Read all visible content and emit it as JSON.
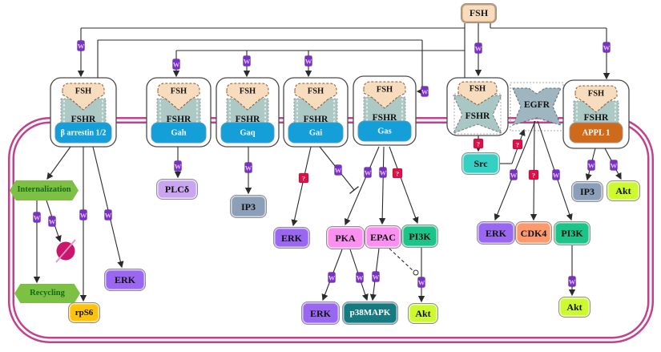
{
  "ligand": {
    "label": "FSH"
  },
  "membrane": {
    "color": "#C2418F",
    "inner_gap_color": "#ffffff"
  },
  "icons": {
    "activation": {
      "glyph": "W",
      "color": "#7B2FC6",
      "glyph_color": "#E2C6FF"
    },
    "unknown": {
      "glyph": "?",
      "color": "#E00F48",
      "glyph_color": "#FFD7E0"
    }
  },
  "complexes": [
    {
      "id": "fshr-beta-arrestin",
      "ligand": "FSH",
      "receptor": "FSHR",
      "partner": "β arrestin 1/2",
      "partner_color": "#149FD8"
    },
    {
      "id": "fshr-gah",
      "ligand": "FSH",
      "receptor": "FSHR",
      "partner": "Gah",
      "partner_color": "#149FD8"
    },
    {
      "id": "fshr-gaq",
      "ligand": "FSH",
      "receptor": "FSHR",
      "partner": "Gaq",
      "partner_color": "#149FD8"
    },
    {
      "id": "fshr-gai",
      "ligand": "FSH",
      "receptor": "FSHR",
      "partner": "Gai",
      "partner_color": "#149FD8"
    },
    {
      "id": "fshr-gas",
      "ligand": "FSH",
      "receptor": "FSHR",
      "partner": "Gas",
      "partner_color": "#149FD8"
    },
    {
      "id": "fshr-src",
      "ligand": "FSH",
      "receptor": "FSHR",
      "partner": null
    },
    {
      "id": "egfr",
      "receptor": "EGFR"
    },
    {
      "id": "fshr-appl1",
      "ligand": "FSH",
      "receptor": "FSHR",
      "partner": "APPL 1",
      "partner_color": "#CE6A1A"
    }
  ],
  "nodes": {
    "internalization": {
      "label": "Internalization",
      "color": "#7CC143"
    },
    "recycling": {
      "label": "Recycling",
      "color": "#7CC143"
    },
    "rps6": {
      "label": "rpS6",
      "color": "#FFC20E"
    },
    "erk_arrestin": {
      "label": "ERK",
      "color": "#9A68F0"
    },
    "plcd": {
      "label": "PLCδ",
      "color": "#C9A6F0"
    },
    "ip3_gaq": {
      "label": "IP3",
      "color": "#8C9FB8"
    },
    "erk_gai": {
      "label": "ERK",
      "color": "#9A68F0"
    },
    "pka": {
      "label": "PKA",
      "color": "#FA90EF"
    },
    "epac": {
      "label": "EPAC",
      "color": "#FA90EF"
    },
    "pi3k_gas": {
      "label": "PI3K",
      "color": "#1DC48A"
    },
    "erk_pka": {
      "label": "ERK",
      "color": "#9A68F0"
    },
    "p38mapk": {
      "label": "p38MAPK",
      "color": "#177A80"
    },
    "akt_gas": {
      "label": "Akt",
      "color": "#CCF92F"
    },
    "src": {
      "label": "Src",
      "color": "#35CFC3"
    },
    "erk_egfr": {
      "label": "ERK",
      "color": "#9A68F0"
    },
    "cdk4": {
      "label": "CDK4",
      "color": "#FC9A6E"
    },
    "pi3k_egfr": {
      "label": "PI3K",
      "color": "#1DC48A"
    },
    "akt_egfr": {
      "label": "Akt",
      "color": "#CCF92F"
    },
    "ip3_appl1": {
      "label": "IP3",
      "color": "#8C9FB8"
    },
    "akt_appl1": {
      "label": "Akt",
      "color": "#CCF92F"
    }
  }
}
